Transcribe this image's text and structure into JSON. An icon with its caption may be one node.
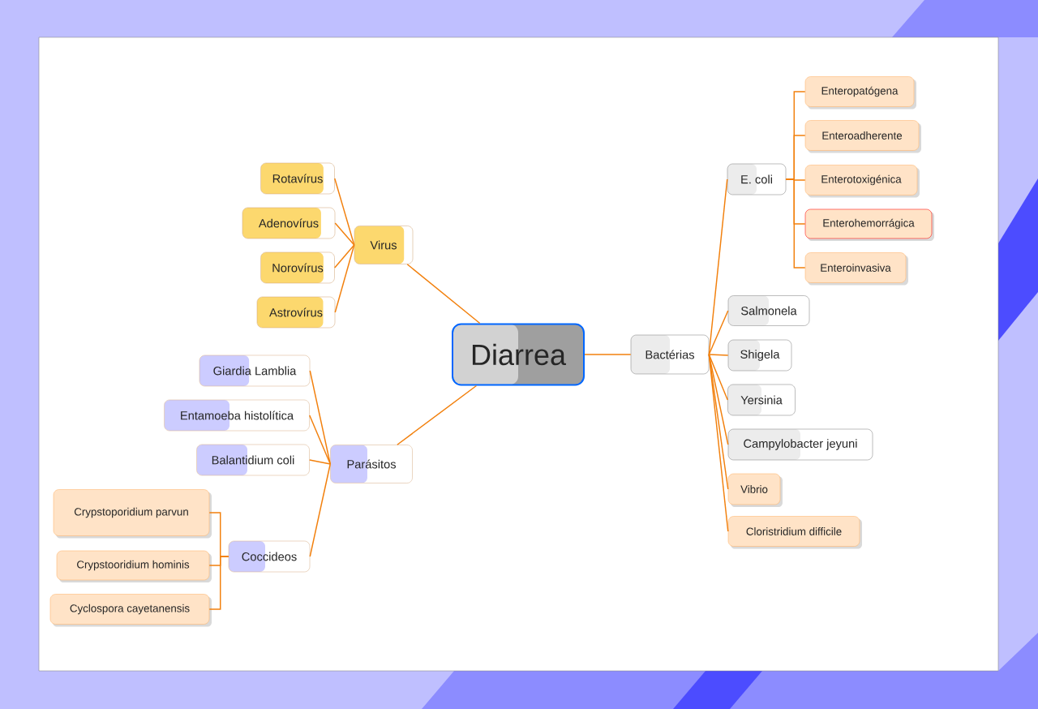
{
  "diagram": {
    "nodes": [
      {
        "text": [
          "Diarrea"
        ]
      },
      {
        "text": [
          "Virus"
        ]
      },
      {
        "text": [
          "Rotavírus"
        ]
      },
      {
        "text": [
          "Adenovírus"
        ]
      },
      {
        "text": [
          "Norovírus"
        ]
      },
      {
        "text": [
          "Astrovírus"
        ]
      },
      {
        "text": [
          "Parásitos"
        ]
      },
      {
        "text": [
          "Giardia Lamblia"
        ]
      },
      {
        "text": [
          "Entamoeba histolítica"
        ]
      },
      {
        "text": [
          "Balantidium coli"
        ]
      },
      {
        "text": [
          "Coccideos"
        ]
      },
      {
        "text": [
          "Crypstoporidium parvun"
        ]
      },
      {
        "text": [
          "Crypstooridium hominis"
        ]
      },
      {
        "text": [
          "Cyclospora cayetanensis"
        ]
      },
      {
        "text": [
          "Bactérias"
        ]
      },
      {
        "text": [
          "E. coli"
        ]
      },
      {
        "text": [
          "Enteropatógena"
        ]
      },
      {
        "text": [
          "Enteroadherente"
        ]
      },
      {
        "text": [
          "Enterotoxigénica"
        ]
      },
      {
        "text": [
          "Enterohemorrágica"
        ]
      },
      {
        "text": [
          "Enteroinvasiva"
        ]
      },
      {
        "text": [
          "Salmonela"
        ]
      },
      {
        "text": [
          "Shigela"
        ]
      },
      {
        "text": [
          "Yersinia"
        ]
      },
      {
        "text": [
          "Campylobacter jeyuni"
        ]
      },
      {
        "text": [
          "Vibrio"
        ]
      },
      {
        "text": [
          "Cloristridium difficile"
        ]
      }
    ],
    "edges": [
      {
        "from": 0,
        "to": 1,
        "arrow": "none"
      },
      {
        "from": 0,
        "to": 6,
        "arrow": "none"
      },
      {
        "from": 0,
        "to": 14,
        "arrow": "none"
      },
      {
        "from": 1,
        "to": 2,
        "arrow": "none"
      },
      {
        "from": 1,
        "to": 3,
        "arrow": "none"
      },
      {
        "from": 1,
        "to": 4,
        "arrow": "none"
      },
      {
        "from": 1,
        "to": 5,
        "arrow": "none"
      },
      {
        "from": 6,
        "to": 7,
        "arrow": "none"
      },
      {
        "from": 6,
        "to": 8,
        "arrow": "none"
      },
      {
        "from": 6,
        "to": 9,
        "arrow": "none"
      },
      {
        "from": 6,
        "to": 10,
        "arrow": "none"
      },
      {
        "from": 10,
        "to": 11,
        "arrow": "none"
      },
      {
        "from": 10,
        "to": 12,
        "arrow": "none"
      },
      {
        "from": 10,
        "to": 13,
        "arrow": "none"
      },
      {
        "from": 14,
        "to": 15,
        "arrow": "none"
      },
      {
        "from": 15,
        "to": 16,
        "arrow": "none"
      },
      {
        "from": 15,
        "to": 17,
        "arrow": "none"
      },
      {
        "from": 15,
        "to": 18,
        "arrow": "none"
      },
      {
        "from": 15,
        "to": 19,
        "arrow": "none"
      },
      {
        "from": 15,
        "to": 20,
        "arrow": "none"
      },
      {
        "from": 14,
        "to": 21,
        "arrow": "none"
      },
      {
        "from": 14,
        "to": 22,
        "arrow": "none"
      },
      {
        "from": 14,
        "to": 23,
        "arrow": "none"
      },
      {
        "from": 14,
        "to": 24,
        "arrow": "none"
      },
      {
        "from": 14,
        "to": 25,
        "arrow": "none"
      },
      {
        "from": 14,
        "to": 26,
        "arrow": "none"
      }
    ]
  }
}
